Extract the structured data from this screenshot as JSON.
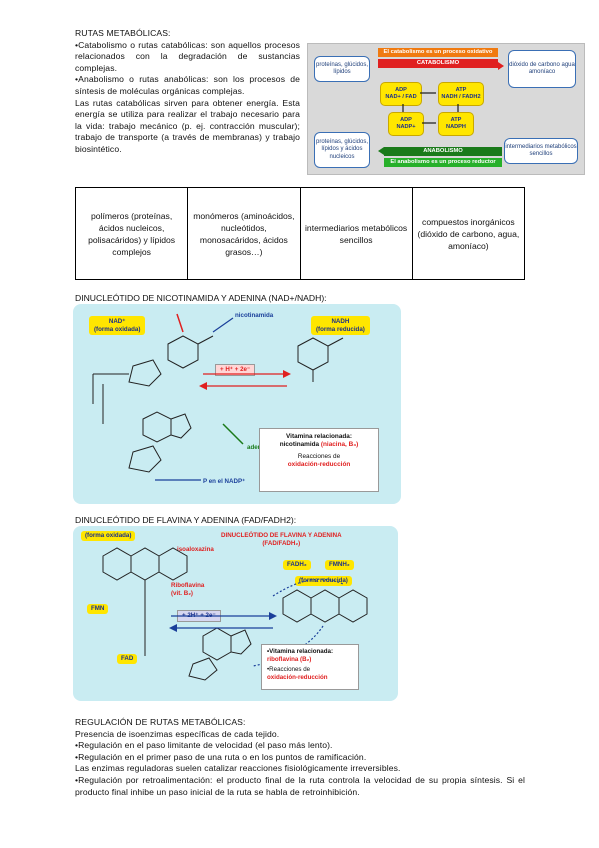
{
  "intro": {
    "title": "RUTAS METABÓLICAS:",
    "catabolismo": "•Catabolismo o rutas catabólicas: son aquellos procesos relacionados con la degradación de sustancias complejas.",
    "anabolismo": "•Anabolismo o rutas anabólicas: son los procesos de síntesis de moléculas orgánicas complejas.",
    "energia": "Las rutas catabólicas sirven para obtener energía. Esta energía se utiliza para realizar el trabajo necesario para la vida: trabajo mecánico (p. ej. contracción muscular); trabajo de transporte (a través de membranas) y trabajo biosintético."
  },
  "metab_diagram": {
    "top_banner": "El catabolismo es un proceso oxidativo",
    "catabolismo": "CATABOLISMO",
    "anabolismo": "ANABOLISMO",
    "bottom_banner": "El anabolismo es un proceso reductor",
    "left_top": "proteínas, glúcidos, lípidos",
    "right_top": "dióxido de carbono agua amoníaco",
    "left_bottom": "proteínas, glúcidos, lípidos y ácidos nucleicos",
    "right_bottom": "intermediarios metabólicos sencillos",
    "y1_a": "ADP",
    "y1_b": "NAD+ / FAD",
    "y2_a": "ATP",
    "y2_b": "NADH / FADH2",
    "y3_a": "ADP",
    "y3_b": "NADP+",
    "y4_a": "ATP",
    "y4_b": "NADPH",
    "colors": {
      "catabolismo": "#e02020",
      "anabolismo": "#1a7a1a",
      "oxidativo": "#f07a10",
      "reductor": "#27b02a",
      "box_border": "#3a6fb5"
    }
  },
  "poly_table": [
    "polímeros (proteínas, ácidos nucleicos, polisacáridos) y lípidos complejos",
    "monómeros (aminoácidos, nucleótidos, monosacáridos, ácidos grasos…)",
    "intermediarios metabólicos sencillos",
    "compuestos inorgánicos (dióxido de carbono, agua, amoníaco)"
  ],
  "nad_section": {
    "heading": "DINUCLEÓTIDO DE NICOTINAMIDA Y ADENINA (NAD+/NADH):",
    "nad_label": "NAD⁺",
    "nad_form": "(forma oxidada)",
    "nadh_label": "NADH",
    "nadh_form": "(forma reducida)",
    "nicotinamida": "nicotinamida",
    "adenina": "adenina",
    "reaction": "+ H⁺ + 2e⁻",
    "p_nadp": "P en el NADP⁺",
    "vit_title": "Vitamina relacionada:",
    "vit_name": "nicotinamida",
    "vit_extra": "(niacina, B₃)",
    "reac": "Reacciones de",
    "reac_red": "oxidación-reducción"
  },
  "fad_section": {
    "heading": "DINUCLEÓTIDO DE FLAVINA Y ADENINA (FAD/FADH2):",
    "oxidada": "(forma oxidada)",
    "isoaloxazina": "isoaloxazina",
    "riboflavina": "Riboflavina",
    "vitb2": "(vit. B₂)",
    "fmn": "FMN",
    "fad": "FAD",
    "reaction": "+ 2H⁺ + 2e⁻",
    "title1": "DINUCLEÓTIDO DE FLAVINA Y ADENINA",
    "title2": "(FAD/FADH₂)",
    "fadh2": "FADH₂",
    "fmnh2": "FMNH₂",
    "reducida": "(forma reducida)",
    "vit_title": "•Vitamina relacionada:",
    "vit_name": "riboflavina (B₂)",
    "reac": "•Reacciones de",
    "reac_red": "oxidación-reducción"
  },
  "regulation": {
    "title": "REGULACIÓN DE RUTAS METABÓLICAS:",
    "l1": "Presencia de isoenzimas específicas de cada tejido.",
    "l2": "•Regulación en el paso limitante de velocidad (el paso más lento).",
    "l3": "•Regulación en el primer paso de una ruta o en los puntos de ramificación.",
    "l4": "Las enzimas reguladoras suelen catalizar reacciones fisiológicamente irreversibles.",
    "l5": "•Regulación por retroalimentación: el producto final de la ruta controla la velocidad de su propia síntesis. Si el producto final inhibe un paso inicial de la ruta se habla de retroinhibición."
  }
}
